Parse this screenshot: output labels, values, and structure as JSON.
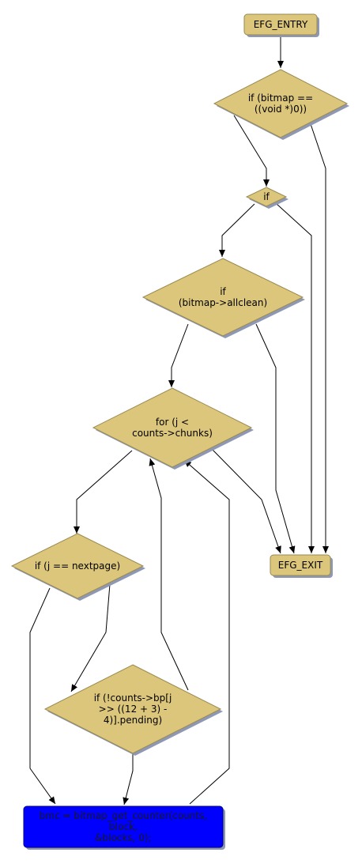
{
  "colors": {
    "node_fill": "#dbc67b",
    "node_stroke": "#9a8a50",
    "highlight_fill": "#0000ff",
    "highlight_stroke": "#00007a",
    "shadow": "#8e98b4",
    "edge": "#000000"
  },
  "nodes": [
    {
      "id": "efg_entry",
      "shape": "box",
      "lines": [
        "EFG_ENTRY"
      ]
    },
    {
      "id": "if_bitmap_null",
      "shape": "diamond",
      "lines": [
        "if (bitmap ==",
        "((void *)0))"
      ]
    },
    {
      "id": "if_plain",
      "shape": "diamond",
      "lines": [
        "if"
      ]
    },
    {
      "id": "if_allclean",
      "shape": "diamond",
      "lines": [
        "if",
        "(bitmap->allclean)"
      ]
    },
    {
      "id": "for_chunks",
      "shape": "diamond",
      "lines": [
        "for (j <",
        "counts->chunks)"
      ]
    },
    {
      "id": "efg_exit",
      "shape": "box",
      "lines": [
        "EFG_EXIT"
      ]
    },
    {
      "id": "if_nextpage",
      "shape": "diamond",
      "lines": [
        "if (j == nextpage)"
      ]
    },
    {
      "id": "if_pending",
      "shape": "diamond",
      "lines": [
        "if (!counts->bp[j",
        ">> ((12 + 3) -",
        "4)].pending)"
      ]
    },
    {
      "id": "bmc_assign",
      "shape": "box",
      "highlight": true,
      "lines": [
        "bmc = bitmap_get_counter(counts,",
        "block,",
        "&blocks, 0);"
      ]
    }
  ],
  "edges": [
    {
      "from": "efg_entry",
      "to": "if_bitmap_null"
    },
    {
      "from": "if_bitmap_null",
      "to": "if_plain"
    },
    {
      "from": "if_bitmap_null",
      "to": "efg_exit"
    },
    {
      "from": "if_plain",
      "to": "if_allclean"
    },
    {
      "from": "if_plain",
      "to": "efg_exit"
    },
    {
      "from": "if_allclean",
      "to": "for_chunks"
    },
    {
      "from": "if_allclean",
      "to": "efg_exit"
    },
    {
      "from": "for_chunks",
      "to": "if_nextpage"
    },
    {
      "from": "for_chunks",
      "to": "efg_exit"
    },
    {
      "from": "if_nextpage",
      "to": "bmc_assign"
    },
    {
      "from": "if_nextpage",
      "to": "if_pending"
    },
    {
      "from": "if_pending",
      "to": "bmc_assign"
    },
    {
      "from": "if_pending",
      "to": "for_chunks"
    },
    {
      "from": "bmc_assign",
      "to": "for_chunks"
    }
  ]
}
